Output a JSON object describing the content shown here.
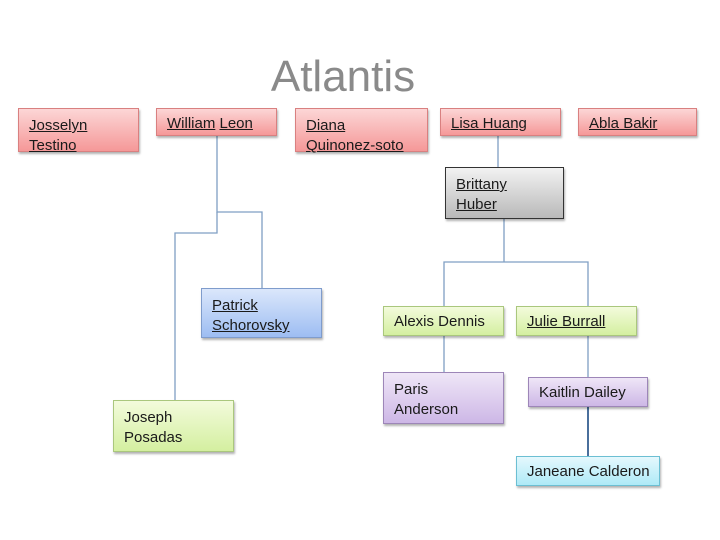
{
  "title": "Atlantis",
  "people": {
    "josselyn": [
      "Josselyn",
      "Testino"
    ],
    "william": [
      "William",
      "Leon"
    ],
    "diana": [
      "Diana",
      "Quinonez-soto"
    ],
    "lisa": "Lisa Huang",
    "abla": "Abla Bakir",
    "brittany": [
      "Brittany",
      "Huber"
    ],
    "patrick": [
      "Patrick",
      "Schorovsky"
    ],
    "joseph": [
      "Joseph",
      "Posadas"
    ],
    "alexis": "Alexis Dennis",
    "julie": "Julie Burrall",
    "paris": [
      "Paris",
      "Anderson"
    ],
    "kaitlin": "Kaitlin Dailey",
    "janeane": "Janeane Calderon"
  },
  "colors": {
    "line": "#7f9fc4",
    "title": "#8a8a8a"
  }
}
